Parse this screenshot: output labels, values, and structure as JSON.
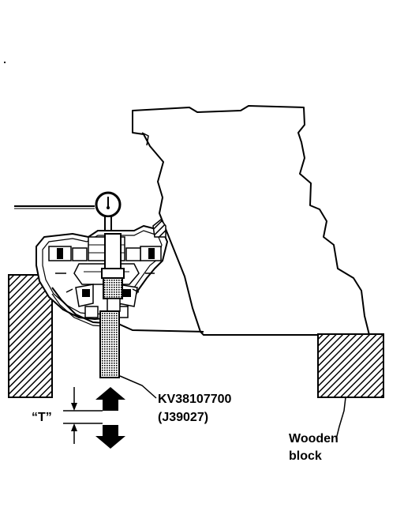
{
  "labels": {
    "tool_number": "KV38107700",
    "tool_alt_number": "(J39027)",
    "dimension": "“T”",
    "support_line1": "Wooden",
    "support_line2": "block"
  },
  "icons": {
    "dial_indicator": "dial-gauge-icon",
    "motion_up": "arrow-up-icon",
    "motion_down": "arrow-down-icon"
  },
  "colors": {
    "ink": "#000000",
    "paper": "#ffffff"
  }
}
